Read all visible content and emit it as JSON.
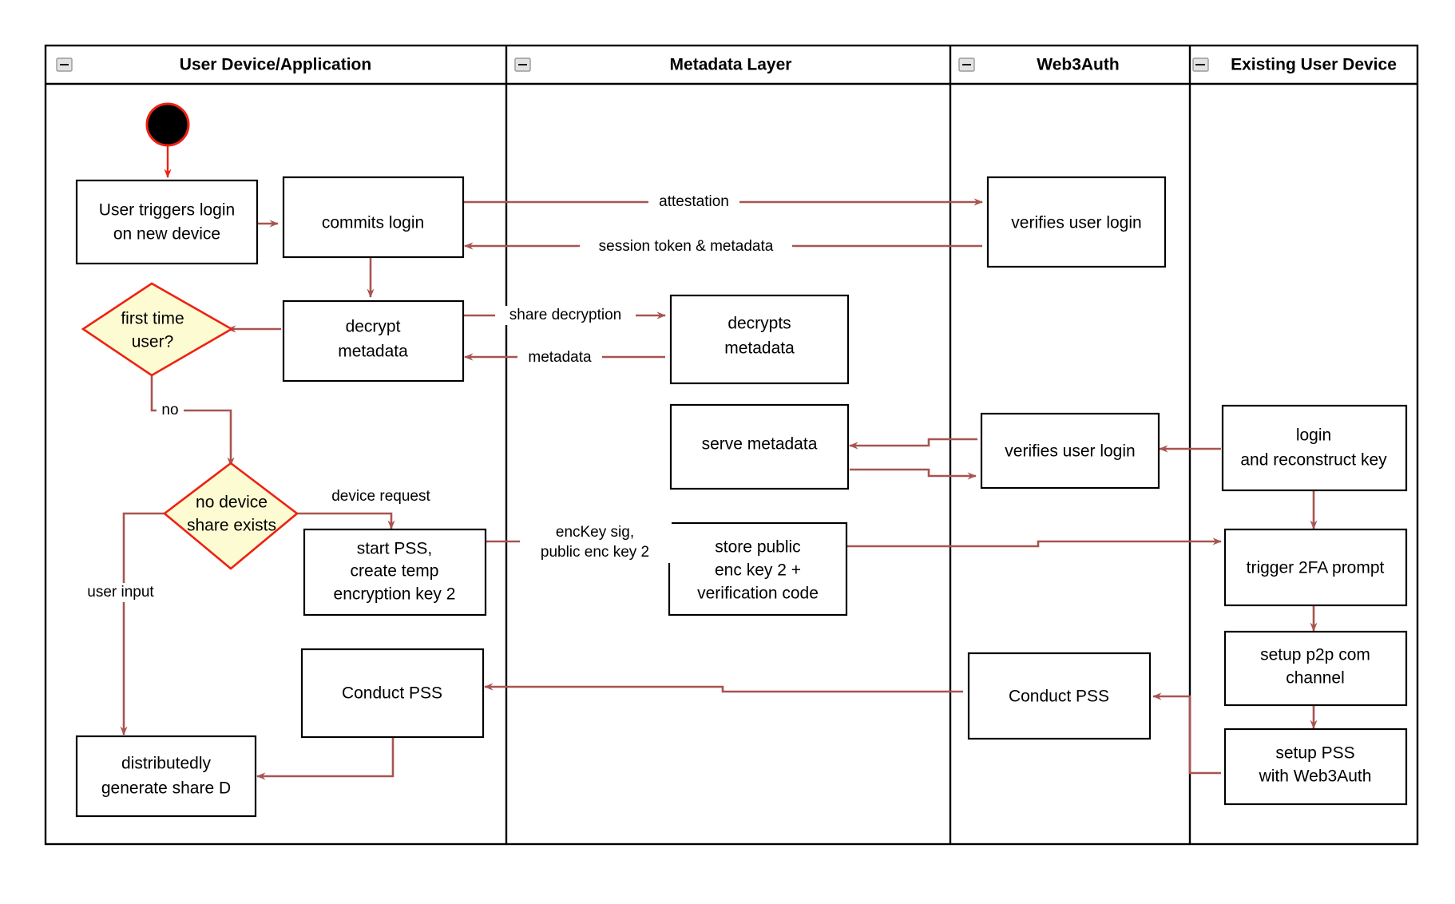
{
  "diagram": {
    "type": "uml-activity-swimlane",
    "title": "Web3Auth new-device login and PSS flow",
    "colors": {
      "lane_border": "#000000",
      "node_border": "#000000",
      "node_fill": "#ffffff",
      "decision_fill": "#fdfbd2",
      "decision_border": "#ee2211",
      "flow_arrow": "#a85450",
      "start_node_fill": "#000000",
      "start_node_border": "#ee2211",
      "collapse_icon_fill": "#e2e2e2",
      "background": "#ffffff"
    },
    "lanes": [
      {
        "id": "lane-user-device",
        "title": "User Device/Application",
        "collapse_icon": "minus-box-icon"
      },
      {
        "id": "lane-metadata",
        "title": "Metadata Layer",
        "collapse_icon": "minus-box-icon"
      },
      {
        "id": "lane-web3auth",
        "title": "Web3Auth",
        "collapse_icon": "minus-box-icon"
      },
      {
        "id": "lane-existing-device",
        "title": "Existing User Device",
        "collapse_icon": "minus-box-icon"
      }
    ],
    "nodes": [
      {
        "id": "start",
        "kind": "initial-node",
        "lane": "lane-user-device",
        "label": ""
      },
      {
        "id": "user-triggers-login",
        "kind": "action",
        "lane": "lane-user-device",
        "lines": [
          "User triggers login",
          "on new device"
        ]
      },
      {
        "id": "commits-login",
        "kind": "action",
        "lane": "lane-user-device",
        "lines": [
          "commits login"
        ]
      },
      {
        "id": "verifies-user-login-1",
        "kind": "action",
        "lane": "lane-web3auth",
        "lines": [
          "verifies user login"
        ]
      },
      {
        "id": "decrypt-metadata",
        "kind": "action",
        "lane": "lane-user-device",
        "lines": [
          "decrypt",
          "metadata"
        ]
      },
      {
        "id": "first-time-user",
        "kind": "decision",
        "lane": "lane-user-device",
        "lines": [
          "first time",
          "user?"
        ]
      },
      {
        "id": "decrypts-metadata",
        "kind": "action",
        "lane": "lane-metadata",
        "lines": [
          "decrypts",
          "metadata"
        ]
      },
      {
        "id": "serve-metadata",
        "kind": "action",
        "lane": "lane-metadata",
        "lines": [
          "serve metadata"
        ]
      },
      {
        "id": "verifies-user-login-2",
        "kind": "action",
        "lane": "lane-web3auth",
        "lines": [
          "verifies user login"
        ]
      },
      {
        "id": "login-and-reconstruct-key",
        "kind": "action",
        "lane": "lane-existing-device",
        "lines": [
          "login",
          "and reconstruct key"
        ]
      },
      {
        "id": "no-device-share-exists",
        "kind": "decision",
        "lane": "lane-user-device",
        "lines": [
          "no device",
          "share exists"
        ]
      },
      {
        "id": "start-pss-create-temp-key",
        "kind": "action",
        "lane": "lane-user-device",
        "lines": [
          "start PSS,",
          "create temp",
          "encryption key 2"
        ]
      },
      {
        "id": "store-public-enc-key",
        "kind": "action",
        "lane": "lane-metadata",
        "lines": [
          "store public",
          "enc key 2 +",
          "verification code"
        ]
      },
      {
        "id": "trigger-2fa-prompt",
        "kind": "action",
        "lane": "lane-existing-device",
        "lines": [
          "trigger 2FA prompt"
        ]
      },
      {
        "id": "setup-p2p-com-channel",
        "kind": "action",
        "lane": "lane-existing-device",
        "lines": [
          "setup p2p com",
          "channel"
        ]
      },
      {
        "id": "conduct-pss-user",
        "kind": "action",
        "lane": "lane-user-device",
        "lines": [
          "Conduct PSS"
        ]
      },
      {
        "id": "conduct-pss-web3auth",
        "kind": "action",
        "lane": "lane-web3auth",
        "lines": [
          "Conduct PSS"
        ]
      },
      {
        "id": "setup-pss-with-web3auth",
        "kind": "action",
        "lane": "lane-existing-device",
        "lines": [
          "setup PSS",
          "with Web3Auth"
        ]
      },
      {
        "id": "distributedly-generate-share-d",
        "kind": "action",
        "lane": "lane-user-device",
        "lines": [
          "distributedly",
          "generate share D"
        ]
      }
    ],
    "edges": [
      {
        "id": "edge-start-to-trigger",
        "from": "start",
        "to": "user-triggers-login",
        "label": ""
      },
      {
        "id": "edge-trigger-to-commits",
        "from": "user-triggers-login",
        "to": "commits-login",
        "label": ""
      },
      {
        "id": "edge-commits-to-verifies",
        "from": "commits-login",
        "to": "verifies-user-login-1",
        "label": "attestation"
      },
      {
        "id": "edge-verifies-to-commits",
        "from": "verifies-user-login-1",
        "to": "commits-login",
        "label": "session token & metadata"
      },
      {
        "id": "edge-commits-to-decrypt",
        "from": "commits-login",
        "to": "decrypt-metadata",
        "label": ""
      },
      {
        "id": "edge-decrypt-to-decrypts",
        "from": "decrypt-metadata",
        "to": "decrypts-metadata",
        "label": "share decryption"
      },
      {
        "id": "edge-decrypts-to-decrypt",
        "from": "decrypts-metadata",
        "to": "decrypt-metadata",
        "label": "metadata"
      },
      {
        "id": "edge-decrypt-to-firsttime",
        "from": "decrypt-metadata",
        "to": "first-time-user",
        "label": ""
      },
      {
        "id": "edge-firsttime-to-nodevice",
        "from": "first-time-user",
        "to": "no-device-share-exists",
        "label": "no"
      },
      {
        "id": "edge-nodevice-to-startpss",
        "from": "no-device-share-exists",
        "to": "start-pss-create-temp-key",
        "label": "device request"
      },
      {
        "id": "edge-nodevice-to-generate",
        "from": "no-device-share-exists",
        "to": "distributedly-generate-share-d",
        "label": "user input"
      },
      {
        "id": "edge-startpss-to-store",
        "from": "start-pss-create-temp-key",
        "to": "store-public-enc-key",
        "label": "encKey sig,\npublic enc key 2"
      },
      {
        "id": "edge-store-to-2fa",
        "from": "store-public-enc-key",
        "to": "trigger-2fa-prompt",
        "label": ""
      },
      {
        "id": "edge-existing-to-verifies2",
        "from": "login-and-reconstruct-key",
        "to": "verifies-user-login-2",
        "label": ""
      },
      {
        "id": "edge-verifies2-to-serve",
        "from": "verifies-user-login-2",
        "to": "serve-metadata",
        "label": ""
      },
      {
        "id": "edge-serve-to-verifies2",
        "from": "serve-metadata",
        "to": "verifies-user-login-2",
        "label": ""
      },
      {
        "id": "edge-login-to-2fa",
        "from": "login-and-reconstruct-key",
        "to": "trigger-2fa-prompt",
        "label": ""
      },
      {
        "id": "edge-2fa-to-p2p",
        "from": "trigger-2fa-prompt",
        "to": "setup-p2p-com-channel",
        "label": ""
      },
      {
        "id": "edge-p2p-to-setuppss",
        "from": "setup-p2p-com-channel",
        "to": "setup-pss-with-web3auth",
        "label": ""
      },
      {
        "id": "edge-setuppss-to-conductpss-web3auth",
        "from": "setup-pss-with-web3auth",
        "to": "conduct-pss-web3auth",
        "label": ""
      },
      {
        "id": "edge-conductpss-web3auth-to-user",
        "from": "conduct-pss-web3auth",
        "to": "conduct-pss-user",
        "label": ""
      },
      {
        "id": "edge-conductpss-user-to-generate",
        "from": "conduct-pss-user",
        "to": "distributedly-generate-share-d",
        "label": ""
      }
    ],
    "edge_labels": {
      "attestation": "attestation",
      "session_token": "session token & metadata",
      "share_decryption": "share decryption",
      "metadata": "metadata",
      "no": "no",
      "device_request": "device request",
      "user_input": "user input",
      "enckey_sig_line1": "encKey sig,",
      "enckey_sig_line2": "public enc key 2"
    },
    "node_text": {
      "user_triggers_login_l1": "User triggers login",
      "user_triggers_login_l2": "on new device",
      "commits_login": "commits login",
      "verifies_user_login_1": "verifies user login",
      "decrypt_l1": "decrypt",
      "decrypt_l2": "metadata",
      "first_time_l1": "first time",
      "first_time_l2": "user?",
      "decrypts_l1": "decrypts",
      "decrypts_l2": "metadata",
      "serve_metadata": "serve metadata",
      "verifies_user_login_2": "verifies user login",
      "login_l1": "login",
      "login_l2": "and reconstruct key",
      "no_device_l1": "no device",
      "no_device_l2": "share exists",
      "start_pss_l1": "start PSS,",
      "start_pss_l2": "create temp",
      "start_pss_l3": "encryption key 2",
      "store_public_l1": "store public",
      "store_public_l2": "enc key 2 +",
      "store_public_l3": "verification code",
      "trigger_2fa": "trigger 2FA prompt",
      "setup_p2p_l1": "setup p2p com",
      "setup_p2p_l2": "channel",
      "conduct_pss_user": "Conduct PSS",
      "conduct_pss_web3auth": "Conduct PSS",
      "setup_pss_l1": "setup PSS",
      "setup_pss_l2": "with Web3Auth",
      "generate_share_l1": "distributedly",
      "generate_share_l2": "generate share D"
    }
  }
}
